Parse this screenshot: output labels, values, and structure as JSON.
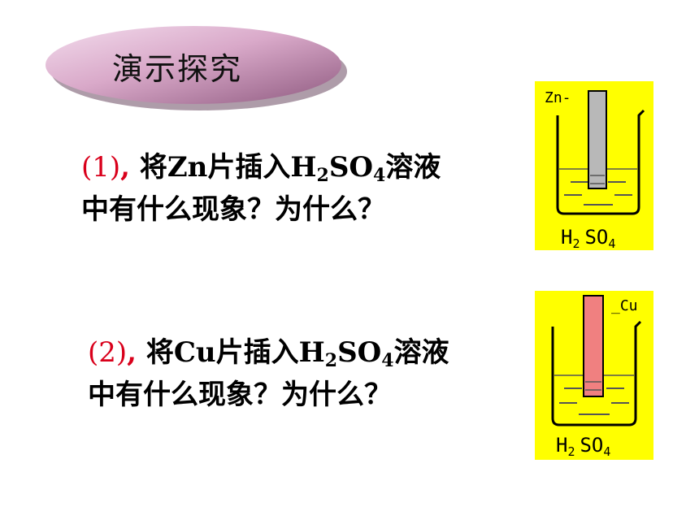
{
  "title": "演示探究",
  "questions": [
    {
      "num": "(1)",
      "comma": ",",
      "prefix": " 将",
      "metal": "Zn",
      "mid": "片插入",
      "acid_h": "H",
      "acid_h_sub": "2",
      "acid_so": "SO",
      "acid_so_sub": "4",
      "suffix": "溶液",
      "line2": "中有什么现象？为什么？"
    },
    {
      "num": "(2)",
      "comma": ",",
      "prefix": " 将",
      "metal": "Cu",
      "mid": "片插入",
      "acid_h": "H",
      "acid_h_sub": "2",
      "acid_so": "SO",
      "acid_so_sub": "4",
      "suffix": "溶液",
      "line2": "中有什么现象？为什么？"
    }
  ],
  "beakers": [
    {
      "metal_label": "Zn-",
      "acid_h": "H",
      "acid_h_sub": "2",
      "acid_so": "SO",
      "acid_so_sub": "4",
      "strip_color": "#b8b8b8"
    },
    {
      "metal_label": "_Cu",
      "acid_h": "H",
      "acid_h_sub": "2",
      "acid_so": "SO",
      "acid_so_sub": "4",
      "strip_color": "#f08080"
    }
  ],
  "colors": {
    "title_ellipse": "#d9a9c9",
    "beaker_bg": "#ffff00",
    "question_number": "#d9001b"
  }
}
